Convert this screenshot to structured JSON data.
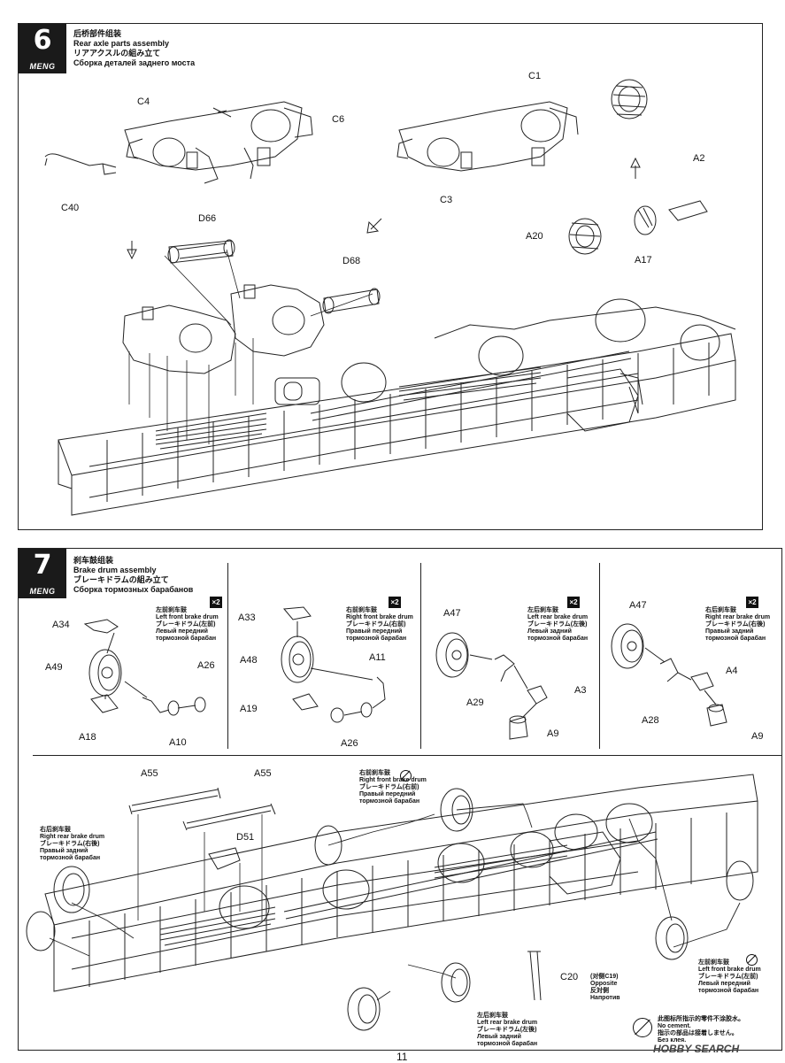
{
  "step6": {
    "number": "6",
    "brand": "MENG",
    "title_cn": "后桥部件组装",
    "title_en": "Rear axle parts assembly",
    "title_jp": "リアアクスルの組み立て",
    "title_ru": "Сборка деталей заднего моста",
    "labels": {
      "c4": "C4",
      "c6": "C6",
      "c40": "C40",
      "c1": "C1",
      "c3": "C3",
      "a2": "A2",
      "a20": "A20",
      "a17": "A17",
      "d66": "D66",
      "d68": "D68"
    }
  },
  "step7": {
    "number": "7",
    "brand": "MENG",
    "title_cn": "刹车鼓组装",
    "title_en": "Brake drum assembly",
    "title_jp": "ブレーキドラムの組み立て",
    "title_ru": "Сборка тормозных барабанов",
    "sub1": {
      "qty": "×2",
      "note": [
        "左前刹车鼓",
        "Left front brake drum",
        "ブレーキドラム(左前)",
        "Левый передний",
        "тормозной барабан"
      ],
      "labels": {
        "a34": "A34",
        "a49": "A49",
        "a26": "A26",
        "a18": "A18",
        "a10": "A10"
      }
    },
    "sub2": {
      "qty": "×2",
      "note": [
        "右前刹车鼓",
        "Right front brake drum",
        "ブレーキドラム(右前)",
        "Правый передний",
        "тормозной барабан"
      ],
      "labels": {
        "a33": "A33",
        "a48": "A48",
        "a11": "A11",
        "a19": "A19",
        "a26": "A26"
      }
    },
    "sub3": {
      "qty": "×2",
      "note": [
        "左后刹车鼓",
        "Left rear brake drum",
        "ブレーキドラム(左後)",
        "Левый задний",
        "тормозной барабан"
      ],
      "labels": {
        "a47": "A47",
        "a29": "A29",
        "a3": "A3",
        "a9": "A9"
      }
    },
    "sub4": {
      "qty": "×2",
      "note": [
        "右后刹车鼓",
        "Right rear brake drum",
        "ブレーキドラム(右後)",
        "Правый задний",
        "тормозной барабан"
      ],
      "labels": {
        "a47": "A47",
        "a4": "A4",
        "a28": "A28",
        "a9": "A9"
      }
    },
    "main": {
      "labels": {
        "a55_left": "A55",
        "a55_right": "A55",
        "d51": "D51",
        "c20": "C20"
      },
      "c20_note": [
        "(对侧C19)",
        "Opposite",
        "反対側",
        "Напротив"
      ],
      "note_rr": [
        "右后刹车鼓",
        "Right rear brake drum",
        "ブレーキドラム(右後)",
        "Правый задний",
        "тормозной барабан"
      ],
      "note_rf": [
        "右前刹车鼓",
        "Right front brake drum",
        "ブレーキドラム(右前)",
        "Правый передний",
        "тормозной барабан"
      ],
      "note_lf": [
        "左前刹车鼓",
        "Left front brake drum",
        "ブレーキドラム(左前)",
        "Левый передний",
        "тормозной барабан"
      ],
      "note_lr": [
        "左后刹车鼓",
        "Left rear brake drum",
        "ブレーキドラム(左後)",
        "Левый задний",
        "тормозной барабан"
      ],
      "nocement_legend": [
        "此图标所指示的零件不涂胶水。",
        "No cement.",
        "指示の部品は接着しません。",
        "Без клея."
      ]
    }
  },
  "footer": {
    "page_number": "11",
    "watermark": "HOBBY SEARCH"
  }
}
